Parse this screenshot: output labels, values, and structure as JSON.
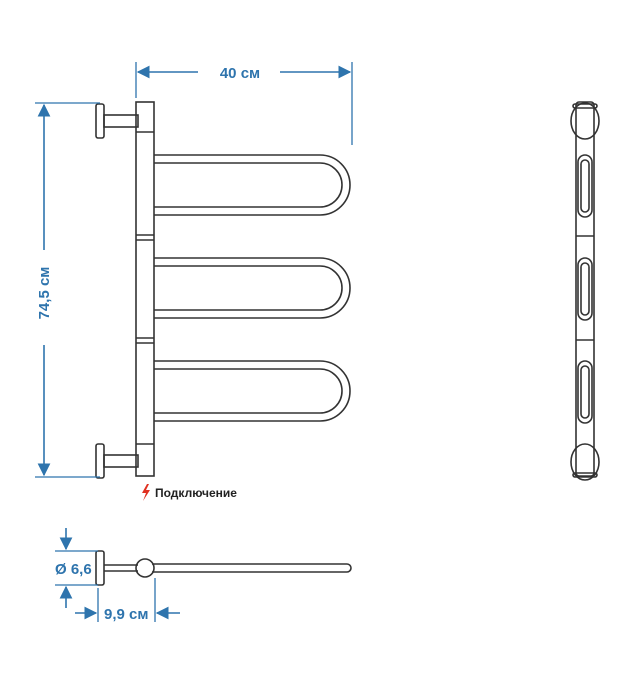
{
  "dimensions": {
    "width_label": "40 см",
    "height_label": "74,5 см",
    "diameter_label": "Ø 6,6",
    "depth_label": "9,9 см"
  },
  "connection": {
    "label": "Подключение",
    "icon": "lightning-bolt-icon"
  },
  "colors": {
    "dimension": "#2e74ad",
    "outline": "#333333",
    "connection_icon": "#e03020"
  }
}
